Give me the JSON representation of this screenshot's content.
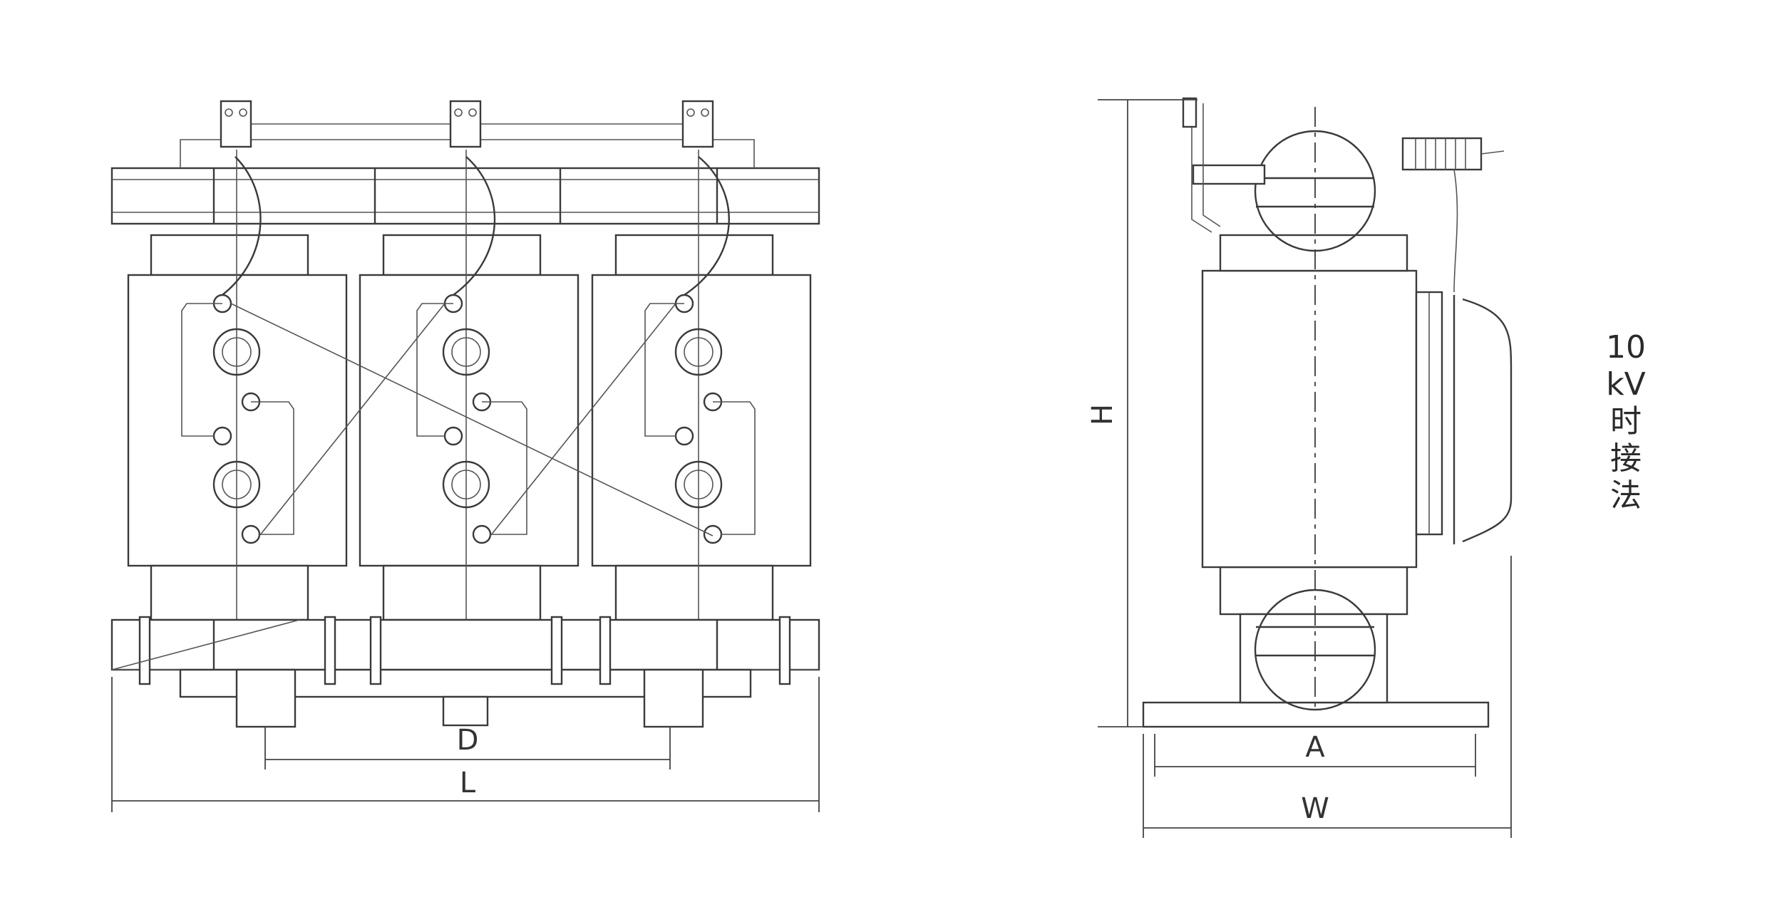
{
  "dimensions": {
    "front_view": {
      "inner_width_label": "D",
      "overall_length_label": "L"
    },
    "side_view": {
      "height_label": "H",
      "inner_width_label": "A",
      "overall_width_label": "W"
    }
  },
  "note": {
    "lines": [
      "10",
      "kV",
      "时",
      "接",
      "法"
    ]
  }
}
